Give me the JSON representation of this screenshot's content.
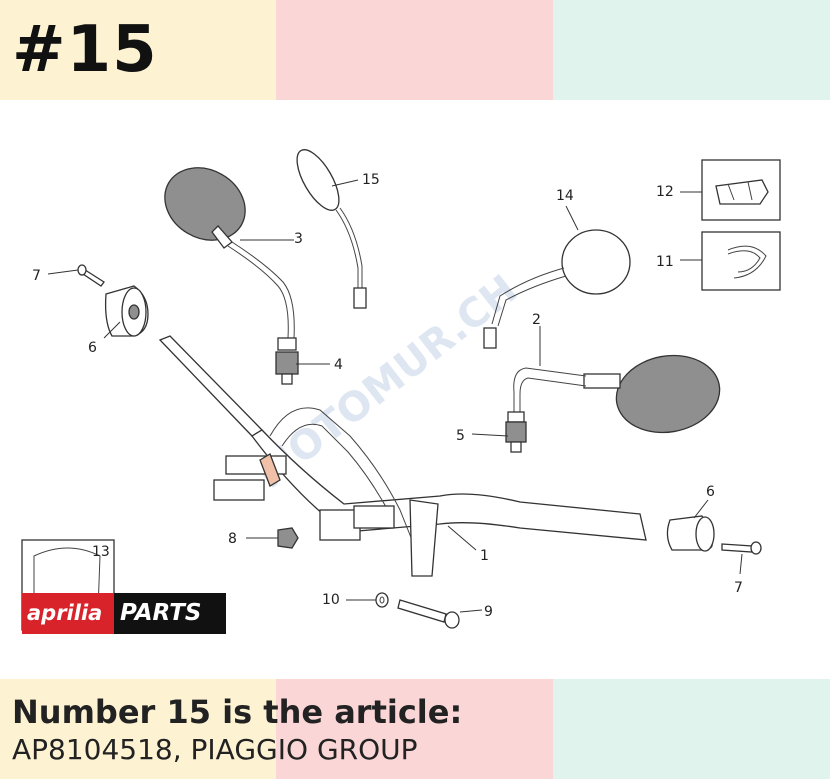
{
  "badge": {
    "text": "#15"
  },
  "caption": {
    "line1": "Number 15 is the article:",
    "line2": "AP8104518, PIAGGIO GROUP"
  },
  "callouts": {
    "c1": "1",
    "c2": "2",
    "c3": "3",
    "c4": "4",
    "c5": "5",
    "c6a": "6",
    "c6b": "6",
    "c7a": "7",
    "c7b": "7",
    "c8": "8",
    "c9": "9",
    "c10": "10",
    "c11": "11",
    "c12": "12",
    "c13": "13",
    "c14": "14",
    "c15": "15"
  },
  "watermark": {
    "text": "MOTOMUR.CH"
  },
  "logo": {
    "brand": "aprilia",
    "suffix": "PARTS"
  },
  "colors": {
    "band_yellow": "#fdf3d3",
    "band_pink": "#fad6d6",
    "band_mint": "#e0f3ec",
    "logo_red": "#d9232a",
    "logo_black": "#111111"
  }
}
